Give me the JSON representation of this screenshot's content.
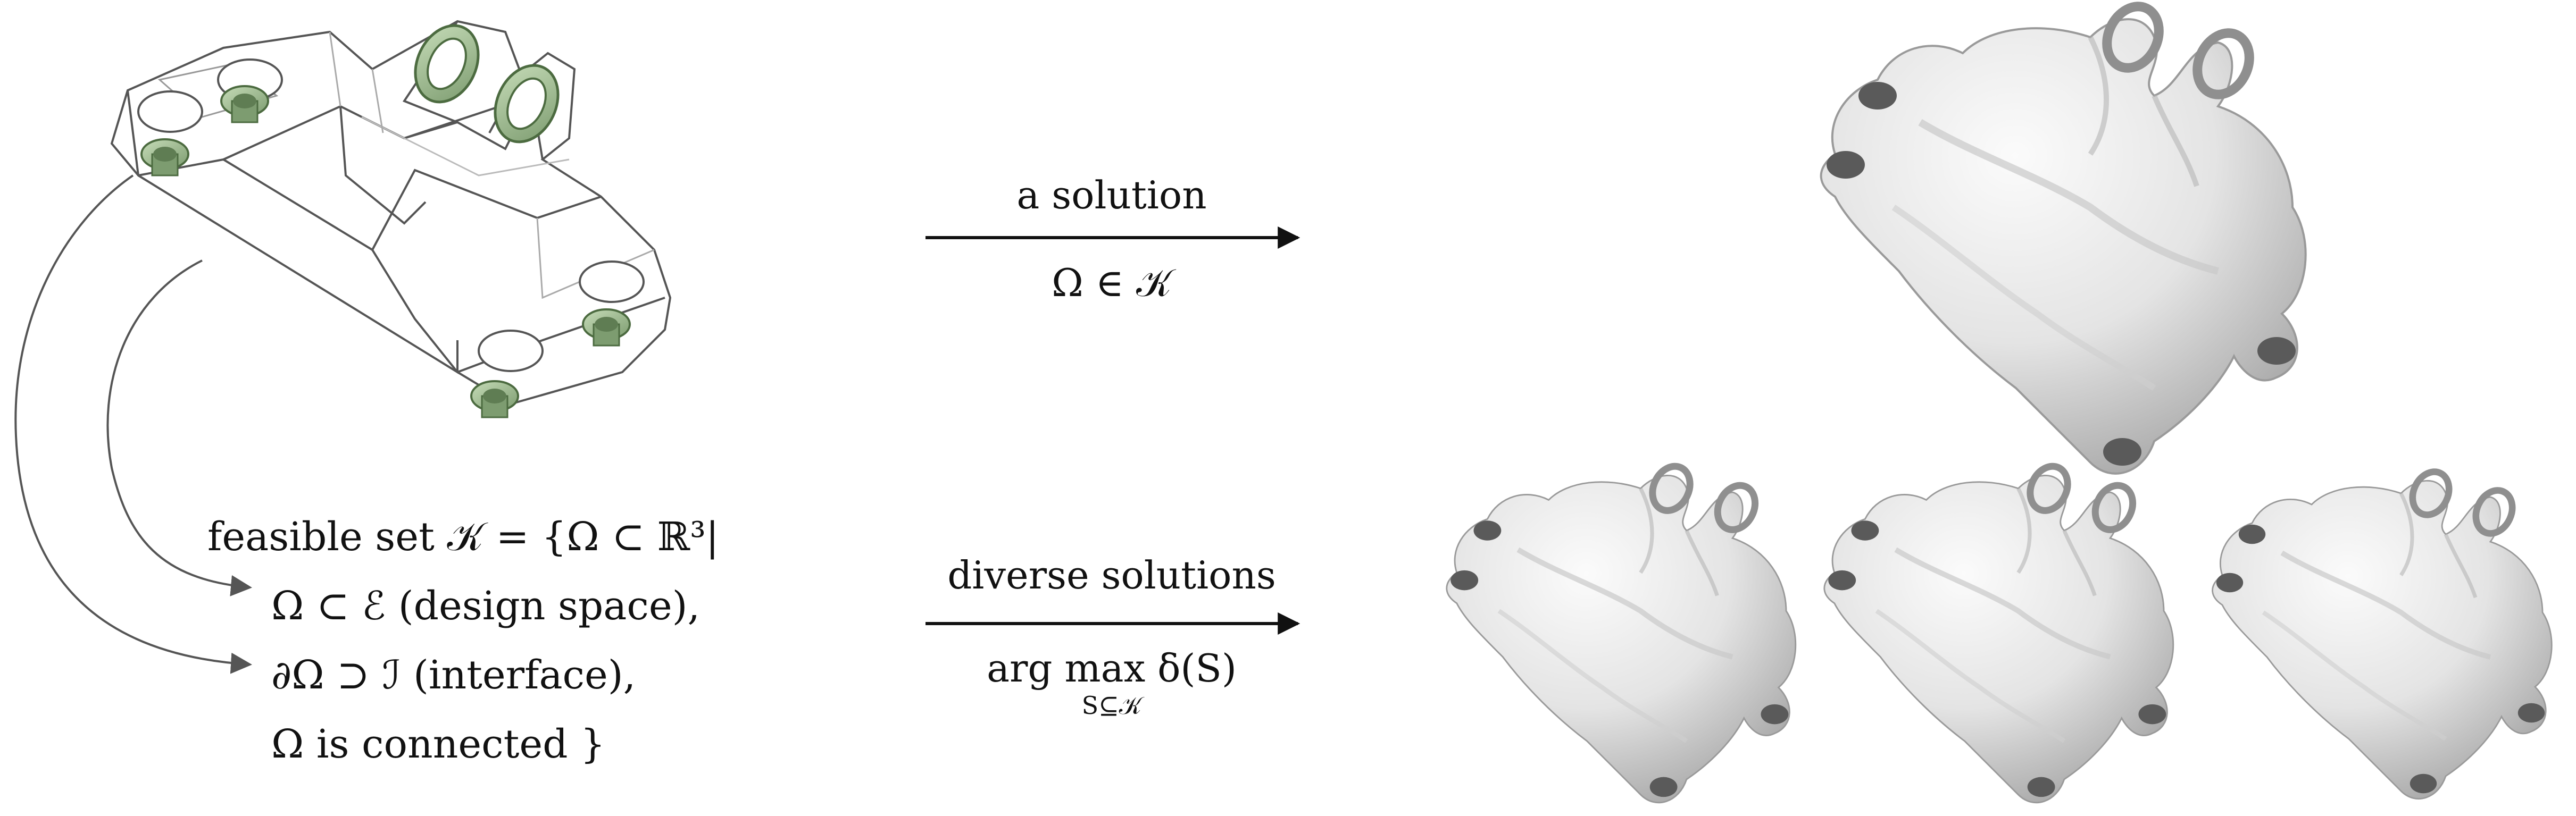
{
  "arrows": {
    "top": {
      "label": "a solution",
      "sublabel": "Ω ∈ 𝒦"
    },
    "bottom": {
      "label": "diverse solutions",
      "sublabel_main": "arg max δ(S)",
      "sublabel_sub": "S⊆𝒦"
    }
  },
  "feasible_set": {
    "line1": "feasible set 𝒦 = {Ω ⊂ ℝ³|",
    "line2": "Ω ⊂ ℰ (design space),",
    "line3": "∂Ω ⊃ ℐ (interface),",
    "line4": "Ω is connected }"
  },
  "colors": {
    "interface_green": "#a8c79a",
    "interface_green_dark": "#6f8f62",
    "mesh_light": "#f0f0f0",
    "mesh_shadow": "#b8b8b8",
    "line": "#444444"
  }
}
